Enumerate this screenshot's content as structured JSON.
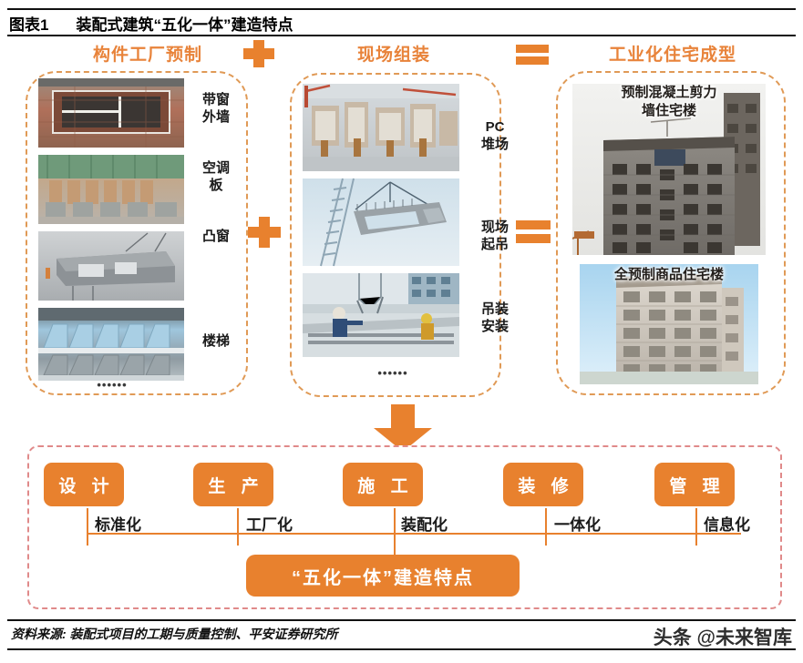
{
  "figure": {
    "number": "图表1",
    "title": "装配式建筑“五化一体”建造特点"
  },
  "sections": {
    "left_heading": "构件工厂预制",
    "middle_heading": "现场组装",
    "right_heading": "工业化住宅成型",
    "operator_plus": "+",
    "operator_equals": "="
  },
  "left_panel": {
    "labels": [
      "带窗\n外墙",
      "空调\n板",
      "凸窗",
      "楼梯"
    ],
    "ellipsis": "••••••"
  },
  "middle_panel": {
    "labels": [
      "PC\n堆场",
      "现场\n起吊",
      "吊装\n安装"
    ],
    "ellipsis": "••••••"
  },
  "right_panel": {
    "captions": [
      "预制混凝土剪力\n墙住宅楼",
      "全预制商品住宅楼"
    ]
  },
  "bottom": {
    "boxes": [
      "设 计",
      "生 产",
      "施 工",
      "装 修",
      "管 理"
    ],
    "labels": [
      "标准化",
      "工厂化",
      "装配化",
      "一体化",
      "信息化"
    ],
    "summary": "“五化一体”建造特点"
  },
  "footer": {
    "source": "资料来源: 装配式项目的工期与质量控制、平安证券研究所",
    "watermark": "头条 @未来智库"
  },
  "colors": {
    "accent_orange": "#E8812E",
    "heading_orange": "#E8833A",
    "panel_dash": "#E09A56",
    "bottom_dash": "#E08A8A",
    "text": "#1a1a1a"
  }
}
